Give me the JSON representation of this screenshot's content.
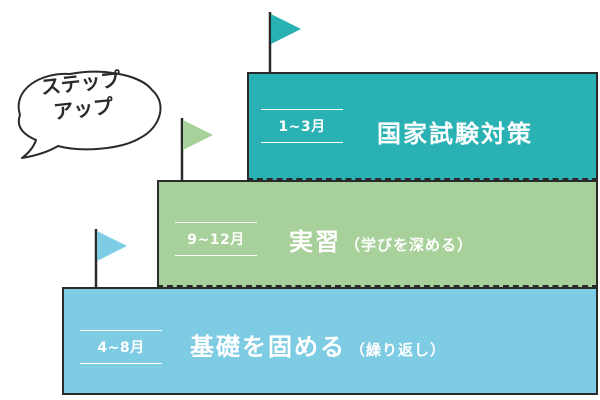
{
  "bubble": {
    "line1": "ステップ",
    "line2": "アップ"
  },
  "steps": [
    {
      "period": "4~8月",
      "title": "基礎を固める",
      "subtitle": "（繰り返し）"
    },
    {
      "period": "9~12月",
      "title": "実習",
      "subtitle": "（学びを深める）"
    },
    {
      "period": "1~3月",
      "title": "国家試験対策",
      "subtitle": ""
    }
  ],
  "colors": {
    "step1": "#7ecbe4",
    "step2": "#a8d09a",
    "step3": "#2ab1b4",
    "outline": "#2a2a2a",
    "text": "#ffffff"
  },
  "icons": {
    "flag": "flag-icon",
    "speech_bubble": "speech-bubble-icon"
  }
}
